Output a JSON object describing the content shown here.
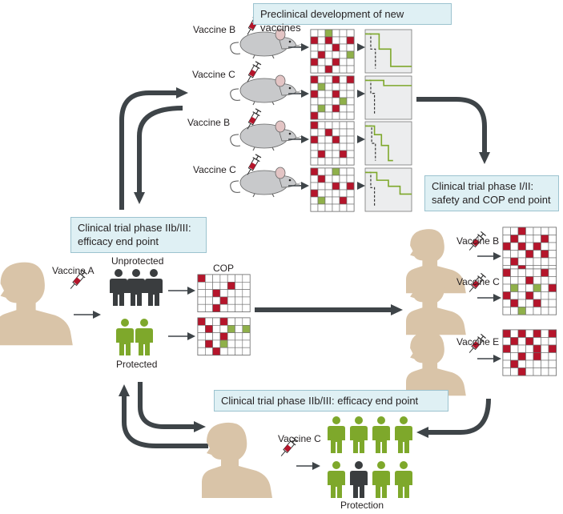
{
  "titles": {
    "preclinical": "Preclinical development of new vaccines",
    "phase12_line1": "Clinical trial phase I/II:",
    "phase12_line2": "safety and COP end point",
    "phase2b3_left_line1": "Clinical trial phase IIb/III:",
    "phase2b3_left_line2": "efficacy end point",
    "phase2b3_bottom": "Clinical trial phase IIb/III: efficacy end point"
  },
  "mice": [
    {
      "label": "Vaccine B"
    },
    {
      "label": "Vaccine C"
    },
    {
      "label": "Vaccine B"
    },
    {
      "label": "Vaccine C"
    }
  ],
  "left_panel": {
    "vaccine": "Vaccine A",
    "unprotected": "Unprotected",
    "protected": "Protected",
    "cop": "COP"
  },
  "right_people": [
    {
      "label": "Vaccine B"
    },
    {
      "label": "Vaccine C"
    },
    {
      "label": "Vaccine E"
    }
  ],
  "bottom_panel": {
    "vaccine": "Vaccine C",
    "protection": "Protection"
  },
  "colors": {
    "red": "#b5152b",
    "green": "#8fb04a",
    "people_green": "#7ea82b",
    "people_dark": "#3a3d3f",
    "skin": "#d9c4a8",
    "mouse": "#c8c9cb",
    "arrow": "#3e4448",
    "box_fill": "#dff0f4"
  }
}
